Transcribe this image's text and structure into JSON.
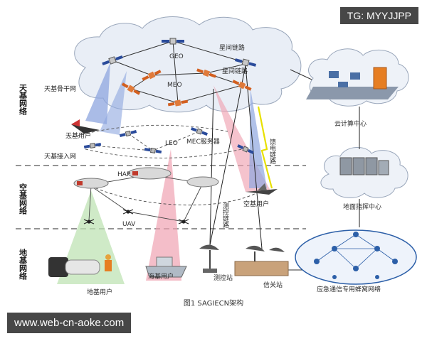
{
  "layers": {
    "space": "天基网络",
    "air": "空基网络",
    "ground": "地基网络"
  },
  "labels": {
    "geo": "GEO",
    "inter_sat_link_1": "星间链路",
    "inter_sat_link_2": "星间链路",
    "meo": "MEO",
    "space_backbone": "天基骨干网",
    "space_users": "天基用户",
    "leo": "LEO",
    "mec_server": "MEC服务器",
    "space_access": "天基接入网",
    "hap": "HAP",
    "uav": "UAV",
    "air_users": "空基用户",
    "mt_link": "测控链路",
    "feeder_link": "馈电链路",
    "sea_users": "海基用户",
    "ground_users": "地基用户",
    "tt_station": "测控站",
    "gateway_station": "信关站",
    "cloud_center": "云计算中心",
    "ground_command": "地面指挥中心",
    "cellular_net": "应急通信专用蜂窝网络"
  },
  "caption": "图1   SAGIECN架构",
  "watermarks": {
    "top": "TG: MYYJJPP",
    "bottom": "www.web-cn-aoke.com"
  },
  "colors": {
    "cloud": "#e9eef6",
    "beam_blue": "#8ea6df",
    "beam_pink": "#f0a3b2",
    "beam_green": "#bfe3b4",
    "link_blue": "#2c5fa8",
    "feeder": "#e8e000"
  }
}
